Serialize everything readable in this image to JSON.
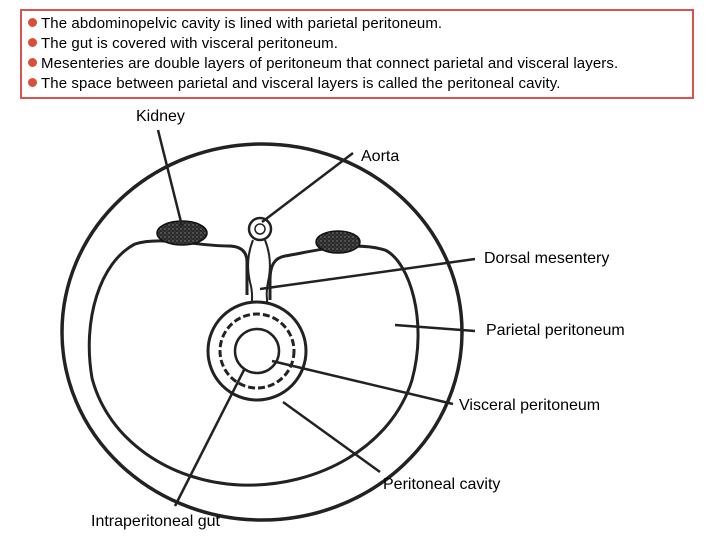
{
  "notes": [
    "The abdominopelvic cavity is lined with parietal peritoneum.",
    "The gut is covered with visceral peritoneum.",
    "Mesenteries are double layers of peritoneum that connect parietal and visceral layers.",
    "The space between parietal and visceral layers is called the peritoneal cavity."
  ],
  "labels": {
    "kidney": "Kidney",
    "aorta": "Aorta",
    "dorsal_mesentery": "Dorsal mesentery",
    "parietal_peritoneum": "Parietal peritoneum",
    "visceral_peritoneum": "Visceral peritoneum",
    "peritoneal_cavity": "Peritoneal cavity",
    "intraperitoneal_gut": "Intraperitoneal gut"
  },
  "colors": {
    "box_border": "#d9534f",
    "bullet": "#d94f3a",
    "line": "#222222"
  }
}
